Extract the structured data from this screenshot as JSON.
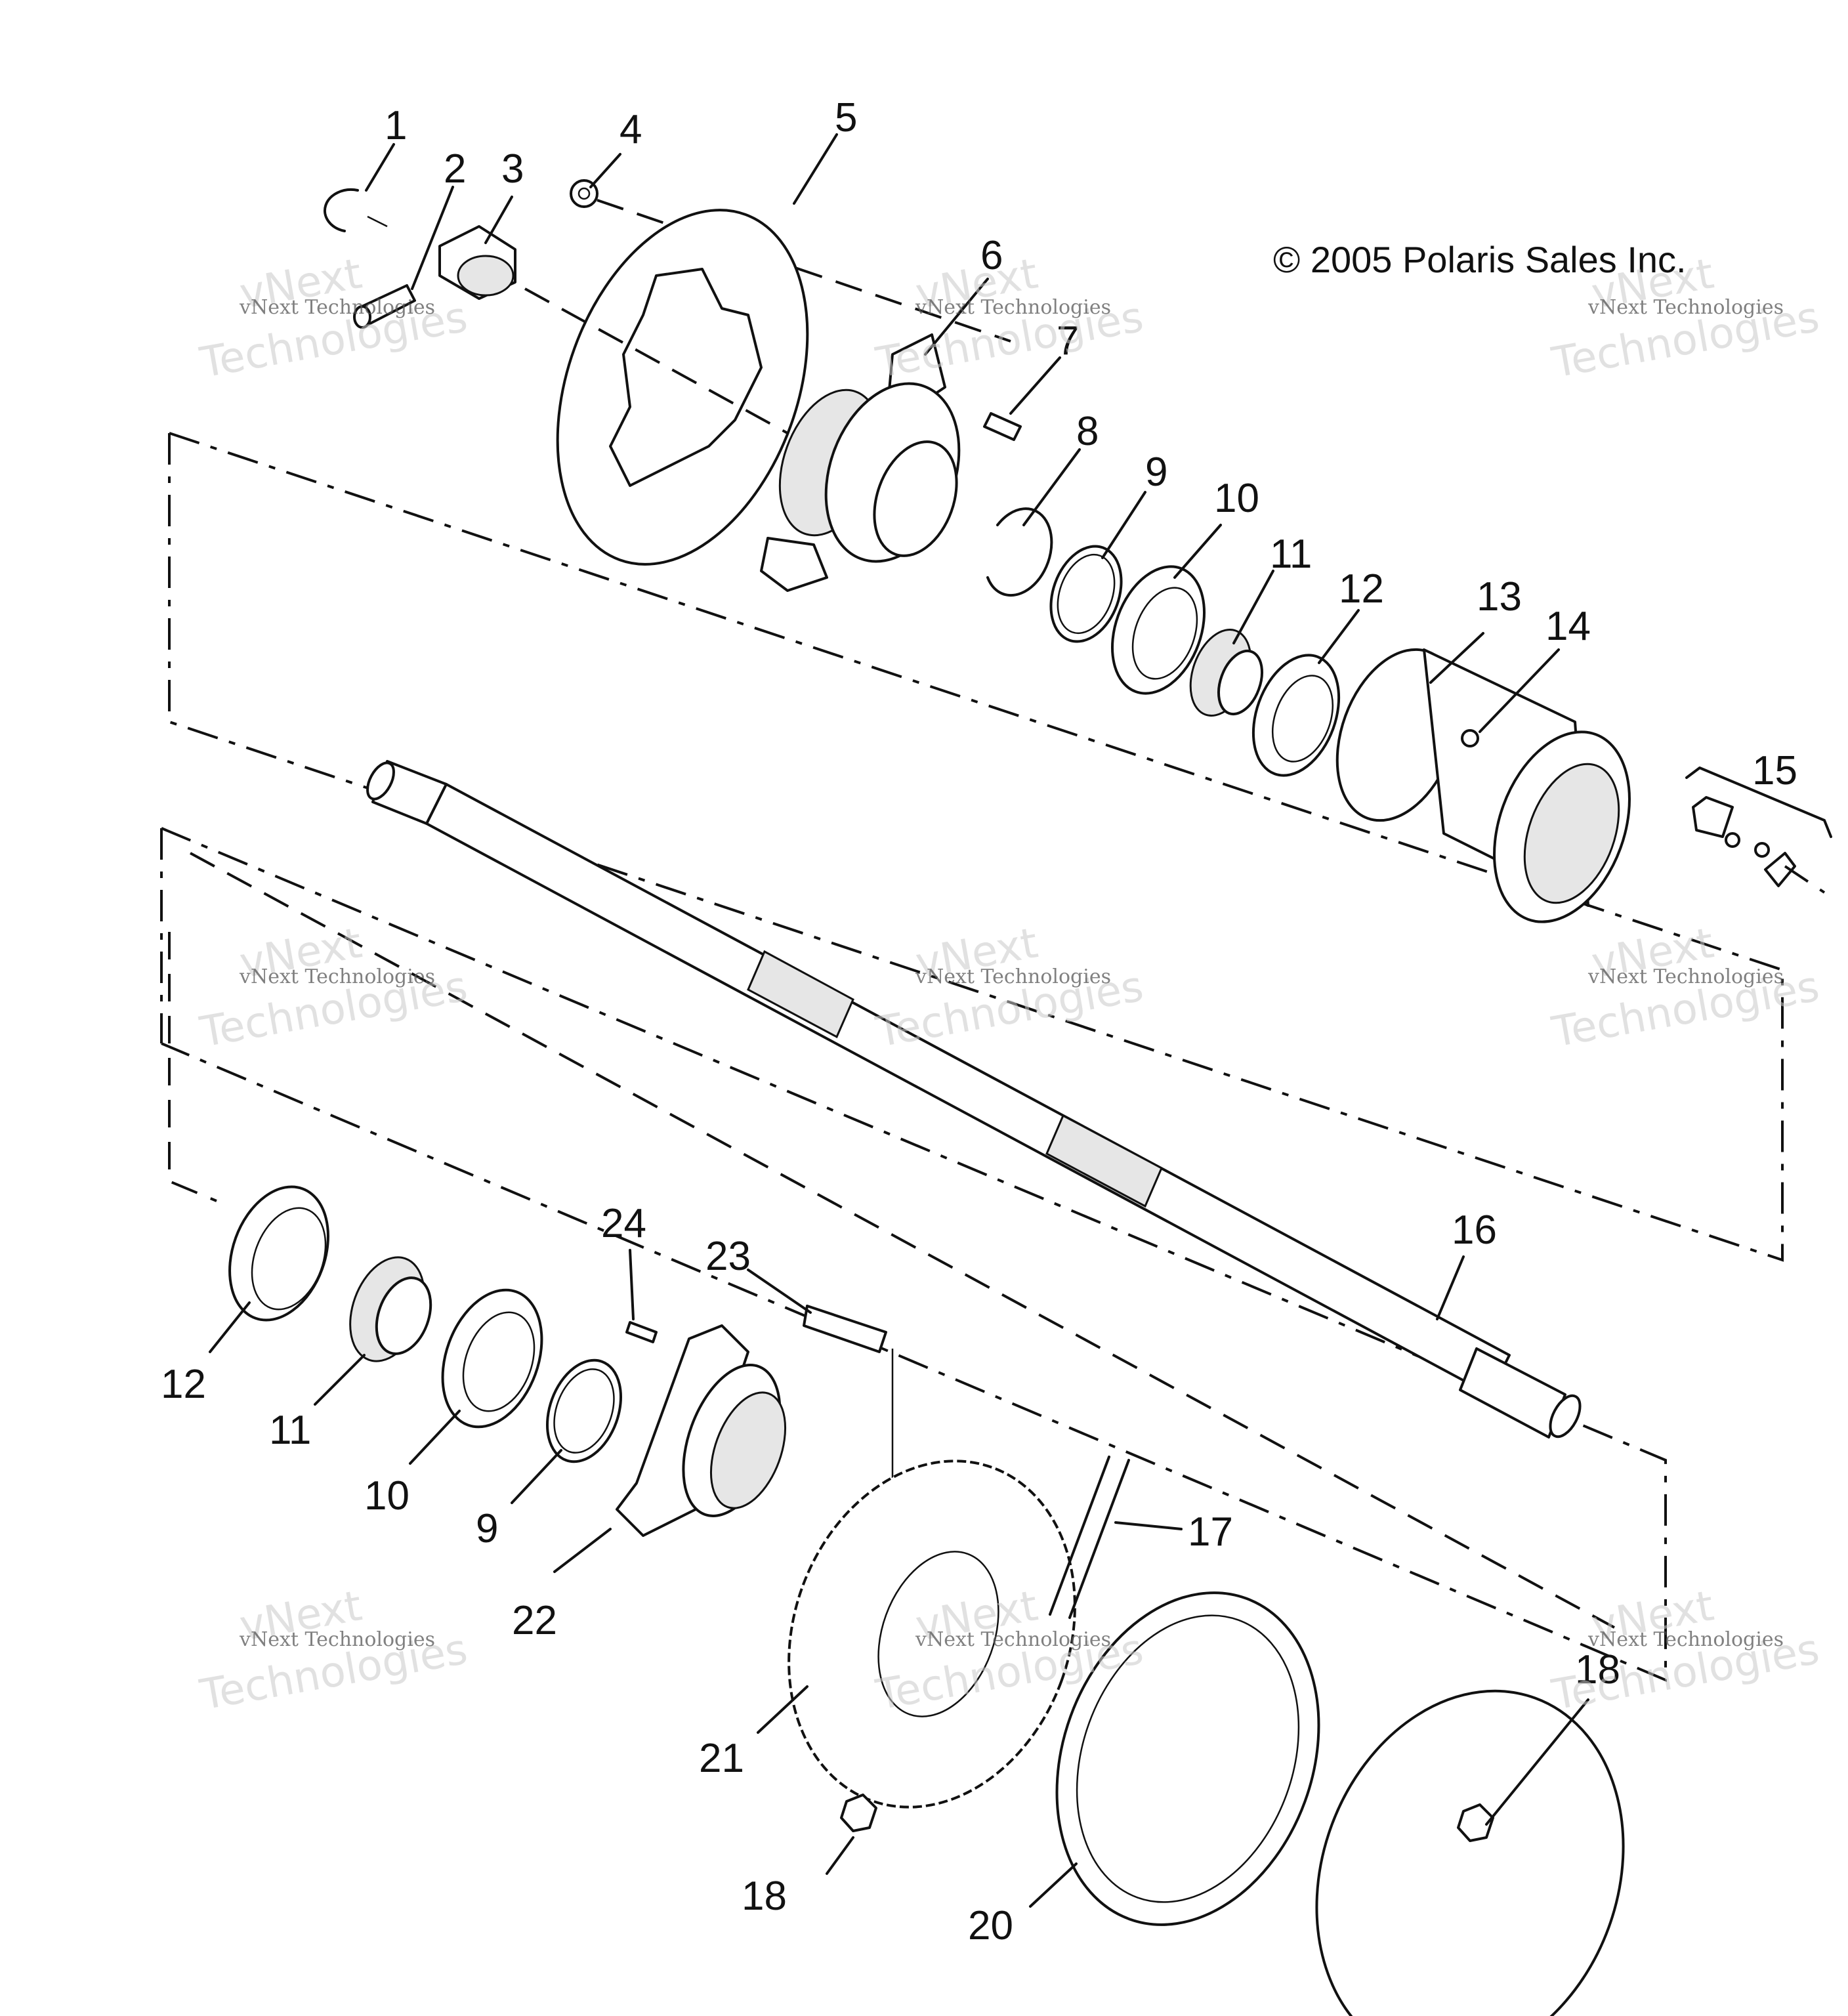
{
  "copyright": "© 2005 Polaris Sales Inc.",
  "watermark": {
    "company": "vNext Technologies",
    "big_top": "vNext",
    "big_bottom": "Technologies"
  },
  "callouts": [
    {
      "id": "c1",
      "text": "1"
    },
    {
      "id": "c2",
      "text": "2"
    },
    {
      "id": "c3",
      "text": "3"
    },
    {
      "id": "c4",
      "text": "4"
    },
    {
      "id": "c5",
      "text": "5"
    },
    {
      "id": "c6",
      "text": "6"
    },
    {
      "id": "c7",
      "text": "7"
    },
    {
      "id": "c8",
      "text": "8"
    },
    {
      "id": "c9a",
      "text": "9"
    },
    {
      "id": "c10a",
      "text": "10"
    },
    {
      "id": "c11a",
      "text": "11"
    },
    {
      "id": "c12a",
      "text": "12"
    },
    {
      "id": "c13",
      "text": "13"
    },
    {
      "id": "c14",
      "text": "14"
    },
    {
      "id": "c15",
      "text": "15"
    },
    {
      "id": "c16",
      "text": "16"
    },
    {
      "id": "c17",
      "text": "17"
    },
    {
      "id": "c18a",
      "text": "18"
    },
    {
      "id": "c18b",
      "text": "18"
    },
    {
      "id": "c20",
      "text": "20"
    },
    {
      "id": "c21",
      "text": "21"
    },
    {
      "id": "c22",
      "text": "22"
    },
    {
      "id": "c23",
      "text": "23"
    },
    {
      "id": "c24",
      "text": "24"
    },
    {
      "id": "c12b",
      "text": "12"
    },
    {
      "id": "c11b",
      "text": "11"
    },
    {
      "id": "c10b",
      "text": "10"
    },
    {
      "id": "c9b",
      "text": "9"
    }
  ]
}
